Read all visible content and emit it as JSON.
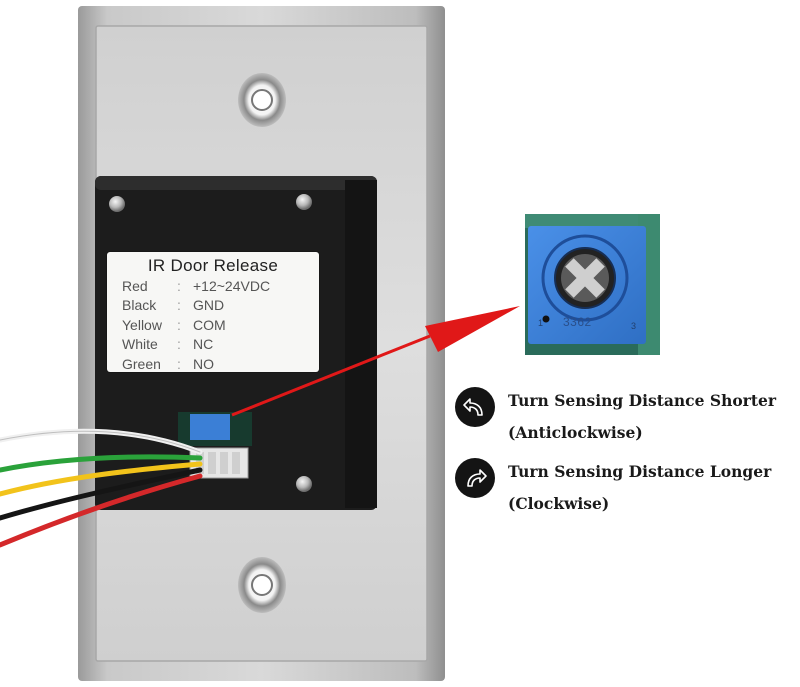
{
  "device_label": {
    "title": "IR Door Release",
    "rows": [
      {
        "wire": "Red",
        "sep": ":",
        "value": "+12~24VDC"
      },
      {
        "wire": "Black",
        "sep": ":",
        "value": "GND"
      },
      {
        "wire": "Yellow",
        "sep": ":",
        "value": "COM"
      },
      {
        "wire": "White",
        "sep": ":",
        "value": "NC"
      },
      {
        "wire": "Green",
        "sep": ":",
        "value": "NO"
      }
    ]
  },
  "potentiometer": {
    "model": "3362",
    "pin_left": "1",
    "pin_right": "3"
  },
  "instructions": [
    {
      "icon": "counterclockwise-arrow-icon",
      "line1": "Turn Sensing Distance Shorter",
      "line2": "(Anticlockwise)"
    },
    {
      "icon": "clockwise-arrow-icon",
      "line1": "Turn Sensing Distance Longer",
      "line2": "(Clockwise)"
    }
  ],
  "colors": {
    "plate": "#c9c9c9",
    "module": "#1f1f1f",
    "potentiometer": "#3b7fd6",
    "pointer_arrow": "#e01818",
    "wire_red": "#d4282a",
    "wire_black": "#1a1a1a",
    "wire_yellow": "#f2c31b",
    "wire_white": "#f2f2f2",
    "wire_green": "#2aa23a"
  }
}
